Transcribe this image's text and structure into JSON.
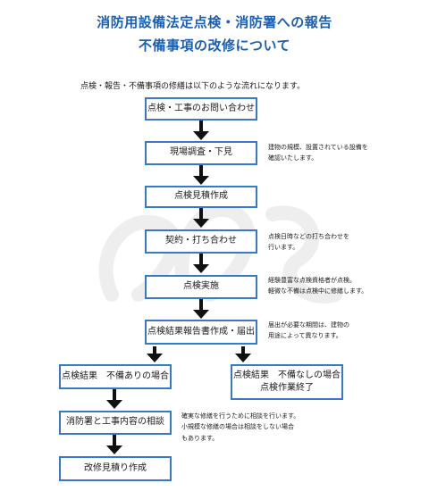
{
  "title": {
    "line1": "消防用設備法定点検・消防署への報告",
    "line2": "不備事項の改修について"
  },
  "intro": "点検・報告・不備事項の修繕は以下のような流れになります。",
  "steps": {
    "inquiry": "点検・工事のお問い合わせ",
    "survey": "現場調査・下見",
    "estimate": "点検見積作成",
    "contract": "契約・打ち合わせ",
    "inspection": "点検実施",
    "report": "点検結果報告書作成・届出",
    "defect_line": "点検結果　不備ありの場合",
    "no_defect_line1": "点検結果　不備なしの場合",
    "no_defect_line2": "点検作業終了",
    "consult": "消防署と工事内容の相談",
    "repair_estimate": "改修見積り作成"
  },
  "notes": {
    "survey": [
      "建物の規模、設置されている設備を",
      "確認いたします。"
    ],
    "contract": [
      "点検日時などの打ち合わせを",
      "行います。"
    ],
    "inspection": [
      "経験豊富な点検資格者が点検。",
      "軽微な不備は点検中に修繕します。"
    ],
    "report": [
      "届出が必要な期間は、建物の",
      "用途によって異なります。"
    ],
    "consult": [
      "確実な修繕を行うために相談を行います。",
      "小規模な修繕の場合は相談をしない場合",
      "もあります。"
    ]
  },
  "colors": {
    "title": "#1a5fb4",
    "box_border": "#3579c8",
    "arrow": "#111111"
  }
}
